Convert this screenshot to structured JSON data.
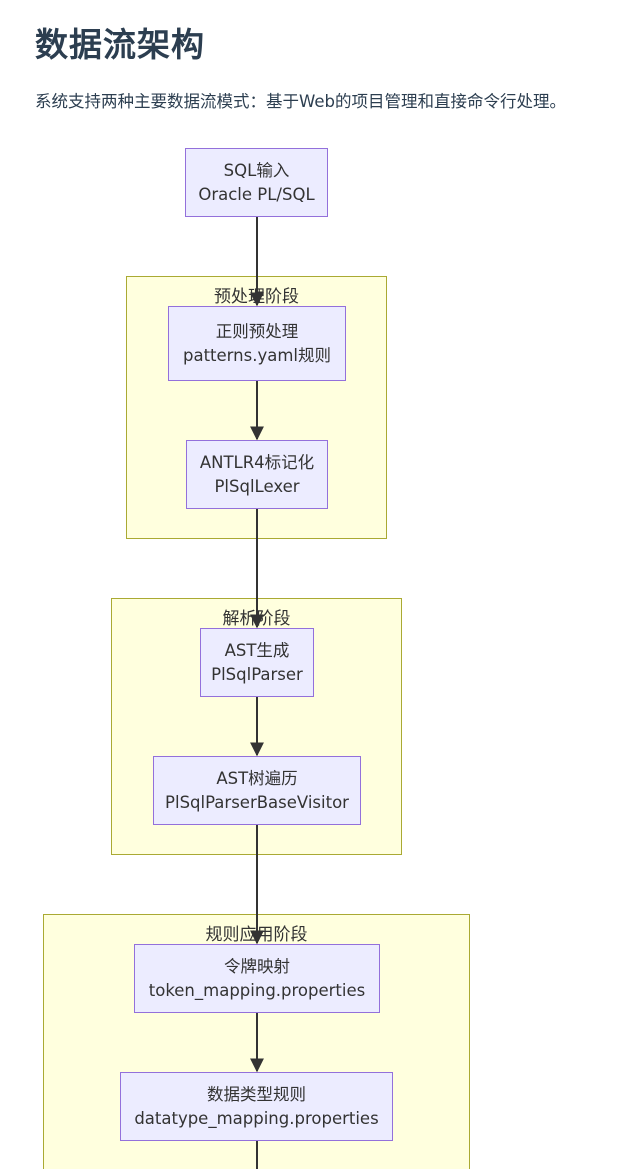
{
  "header": {
    "title": "数据流架构",
    "description": "系统支持两种主要数据流模式：基于Web的项目管理和直接命令行处理。"
  },
  "stages": {
    "preprocess": "预处理阶段",
    "parse": "解析阶段",
    "rules": "规则应用阶段"
  },
  "nodes": {
    "sql_input": {
      "line1": "SQL输入",
      "line2": "Oracle PL/SQL"
    },
    "regex_pre": {
      "line1": "正则预处理",
      "line2": "patterns.yaml规则"
    },
    "tokenize": {
      "line1": "ANTLR4标记化",
      "line2": "PlSqlLexer"
    },
    "ast_gen": {
      "line1": "AST生成",
      "line2": "PlSqlParser"
    },
    "ast_walk": {
      "line1": "AST树遍历",
      "line2": "PlSqlParserBaseVisitor"
    },
    "token_map": {
      "line1": "令牌映射",
      "line2": "token_mapping.properties"
    },
    "datatype_rule": {
      "line1": "数据类型规则",
      "line2": "datatype_mapping.properties"
    }
  },
  "colors": {
    "node_fill": "#ececff",
    "node_border": "#9370db",
    "stage_fill": "#ffffde",
    "stage_border": "#aaaa33",
    "edge": "#333333"
  }
}
